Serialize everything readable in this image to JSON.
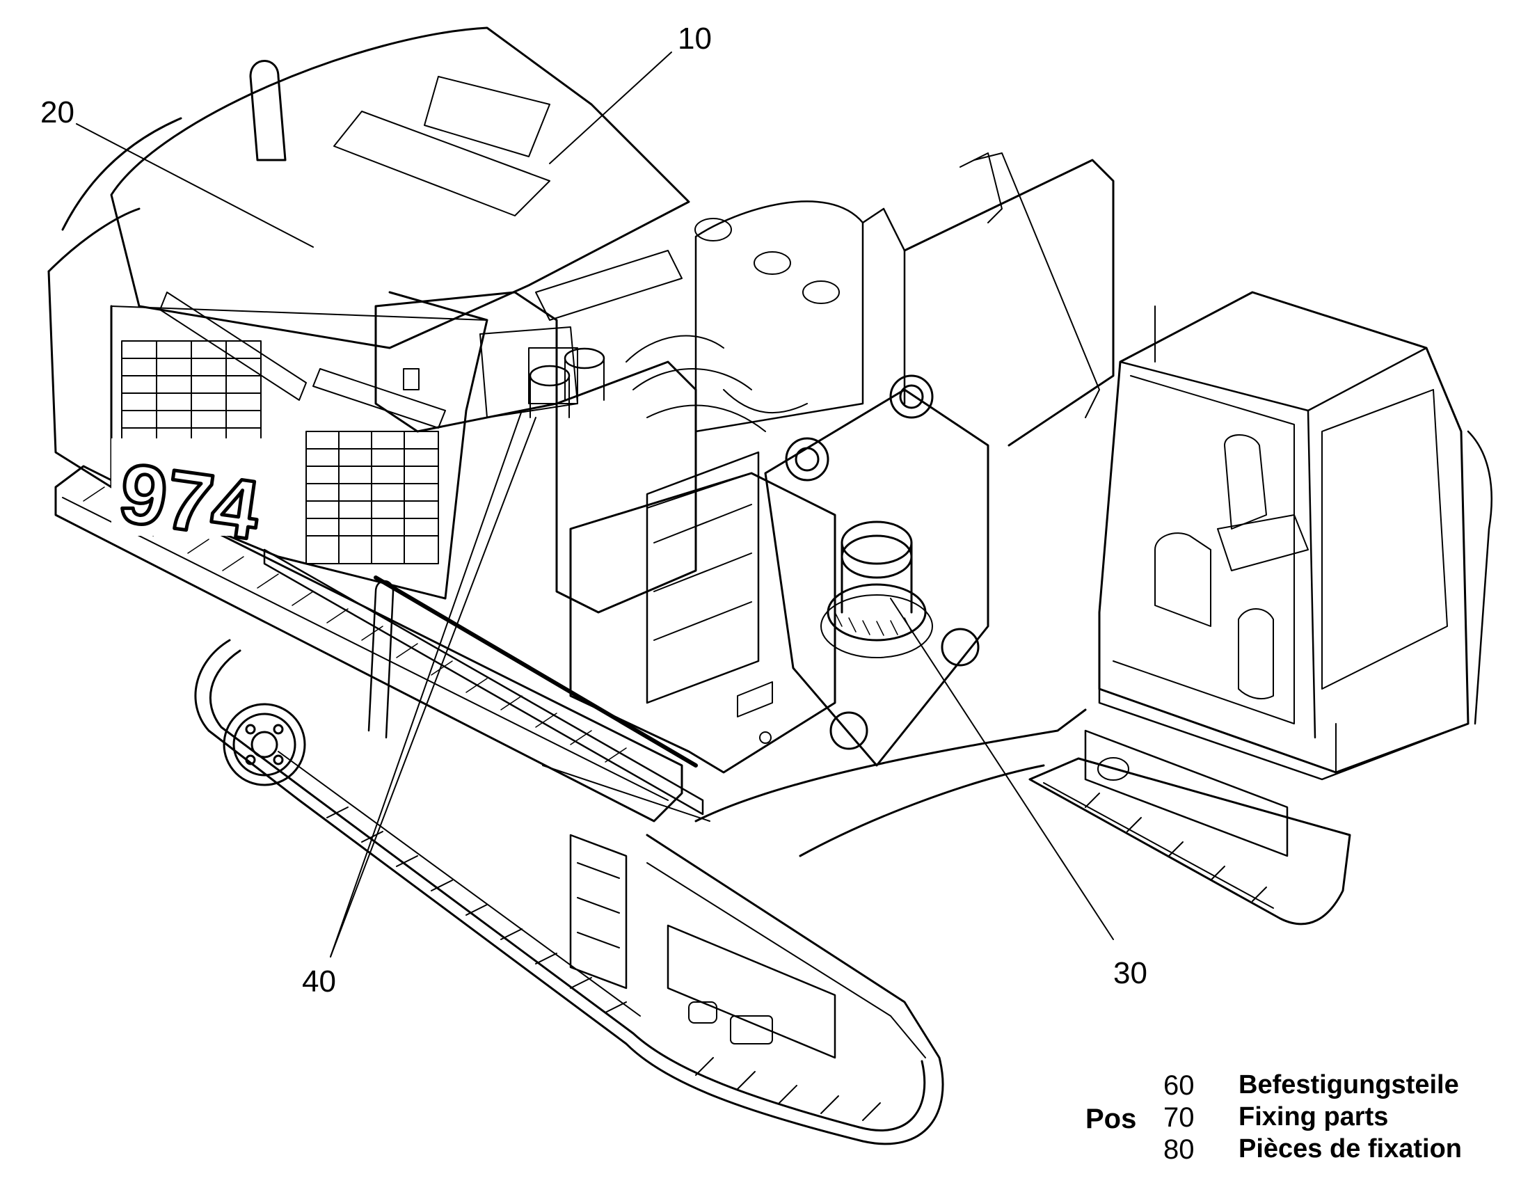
{
  "callouts": {
    "c10": "10",
    "c20": "20",
    "c30": "30",
    "c40": "40"
  },
  "legend": {
    "prefix": "Pos",
    "rows": [
      {
        "number": "60",
        "text": "Befestigungsteile"
      },
      {
        "number": "70",
        "text": "Fixing parts"
      },
      {
        "number": "80",
        "text": "Pièces de fixation"
      }
    ]
  },
  "machine": {
    "model_marking": "974"
  }
}
